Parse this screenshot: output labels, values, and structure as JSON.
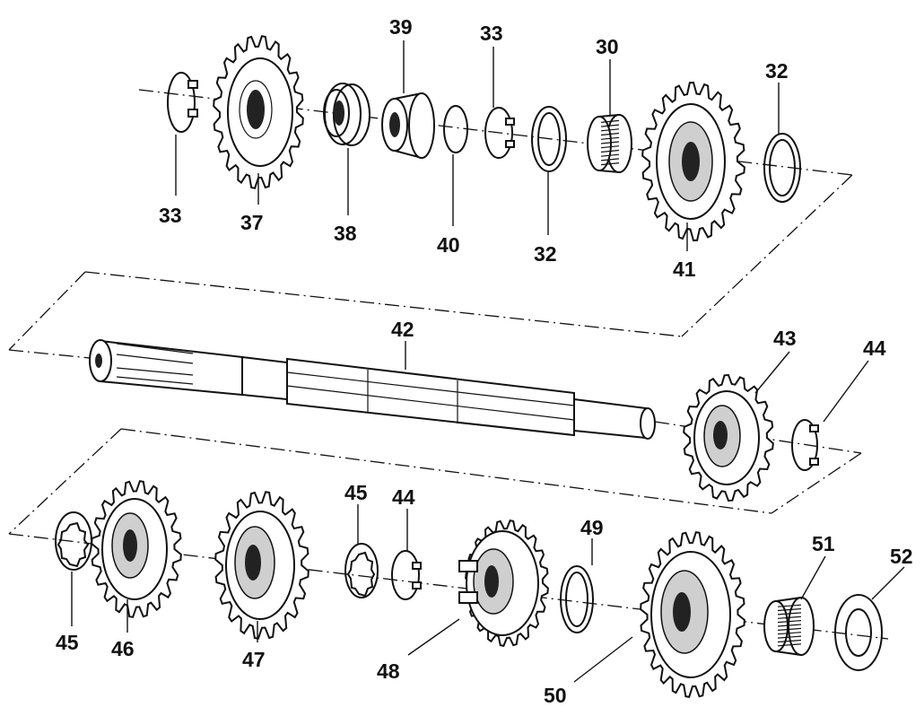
{
  "labels": {
    "l33a": "33",
    "l37": "37",
    "l38": "38",
    "l39": "39",
    "l40": "40",
    "l33b": "33",
    "l32a": "32",
    "l30": "30",
    "l41": "41",
    "l32b": "32",
    "l42": "42",
    "l43": "43",
    "l44a": "44",
    "l45a": "45",
    "l46": "46",
    "l47": "47",
    "l45b": "45",
    "l44b": "44",
    "l48": "48",
    "l49": "49",
    "l50": "50",
    "l51": "51",
    "l52": "52"
  }
}
